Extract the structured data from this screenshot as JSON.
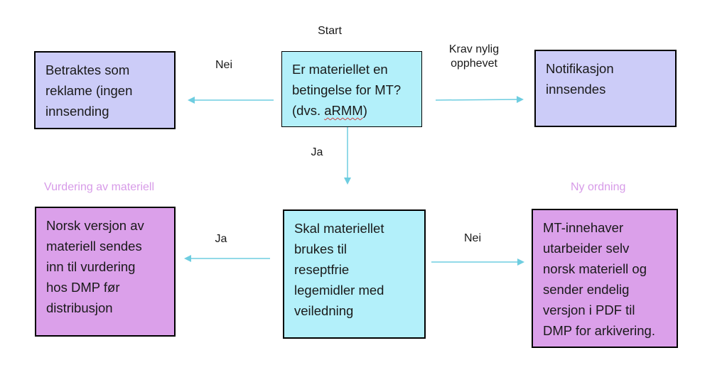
{
  "colors": {
    "lavender": "#ccccf8",
    "cyan": "#b3f0fa",
    "violet": "#dba0ea",
    "arrow": "#6ecde0",
    "heading": "#d79be8"
  },
  "start_label": "Start",
  "decision_top": {
    "text": "Er materiellet en\nbetingelse for MT?\n(dvs. ",
    "underlined": "aRMM",
    "suffix": ")"
  },
  "left_top_box": "Betraktes som\nreklame (ingen\ninnsending",
  "right_top_box": "Notifikasjon\ninnsendes",
  "edge_labels": {
    "top_left": "Nei",
    "top_right": "Krav nylig\nopphevet",
    "down": "Ja",
    "bottom_left": "Ja",
    "bottom_right": "Nei"
  },
  "headings": {
    "left": "Vurdering av materiell",
    "right": "Ny ordning"
  },
  "decision_bottom": "Skal materiellet\nbrukes til\nreseptfrie\nlegemidler med\nveiledning",
  "left_bottom_box": "Norsk versjon av\nmateriell sendes\ninn til vurdering\nhos DMP før\ndistribusjon",
  "right_bottom_box": "MT-innehaver\nutarbeider selv\nnorsk materiell og\nsender endelig\nversjon i PDF til\nDMP for arkivering."
}
